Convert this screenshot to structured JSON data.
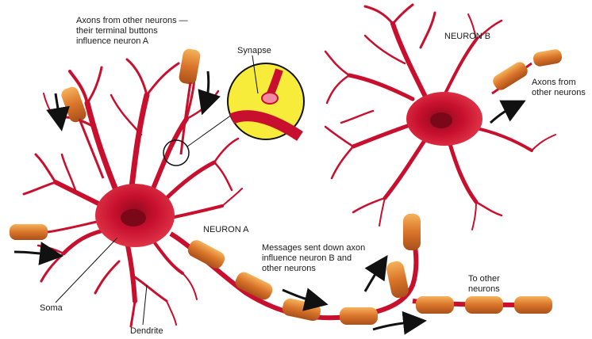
{
  "labels": {
    "axons_from_other_neurons": "Axons from other neurons —\ntheir terminal buttons\ninfluence neuron A",
    "synapse": "Synapse",
    "neuron_b": "NEURON B",
    "axons_from_other_neurons_b": "Axons from\nother neurons",
    "neuron_a": "NEURON A",
    "messages": "Messages sent down axon\ninfluence neuron B and\nother neurons",
    "to_other_neurons": "To other\nneurons",
    "soma": "Soma",
    "dendrite": "Dendrite"
  },
  "colors": {
    "neuron_red": "#c8102e",
    "neuron_dark": "#9c0d22",
    "myelin": "#d9742a",
    "myelin_light": "#f0a040",
    "synapse_bg": "#f7ec3a",
    "arrow": "#111111"
  }
}
